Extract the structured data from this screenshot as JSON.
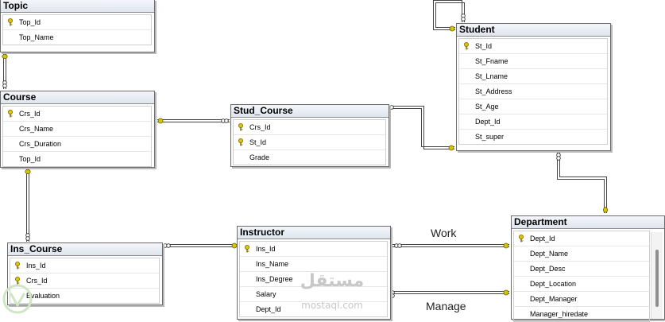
{
  "tables": {
    "topic": {
      "title": "Topic",
      "columns": [
        "Top_Id",
        "Top_Name"
      ]
    },
    "course": {
      "title": "Course",
      "columns": [
        "Crs_Id",
        "Crs_Name",
        "Crs_Duration",
        "Top_Id"
      ]
    },
    "stud_course": {
      "title": "Stud_Course",
      "columns": [
        "Crs_Id",
        "St_Id",
        "Grade"
      ]
    },
    "student": {
      "title": "Student",
      "columns": [
        "St_Id",
        "St_Fname",
        "St_Lname",
        "St_Address",
        "St_Age",
        "Dept_Id",
        "St_super"
      ]
    },
    "ins_course": {
      "title": "Ins_Course",
      "columns": [
        "Ins_Id",
        "Crs_Id",
        "Evaluation"
      ]
    },
    "instructor": {
      "title": "Instructor",
      "columns": [
        "Ins_Id",
        "Ins_Name",
        "Ins_Degree",
        "Salary",
        "Dept_Id"
      ]
    },
    "department": {
      "title": "Department",
      "columns": [
        "Dept_Id",
        "Dept_Name",
        "Dept_Desc",
        "Dept_Location",
        "Dept_Manager",
        "Manager_hiredate"
      ]
    }
  },
  "relationship_labels": {
    "work": "Work",
    "manage": "Manage"
  },
  "watermark": {
    "arabic": "مستقل",
    "latin": "mostaql.com"
  },
  "colors": {
    "connector": "#444444",
    "endpoint": "#d6c400",
    "title_bg": "#dfe5ee"
  },
  "icons": {
    "primary_key": "key-icon"
  }
}
